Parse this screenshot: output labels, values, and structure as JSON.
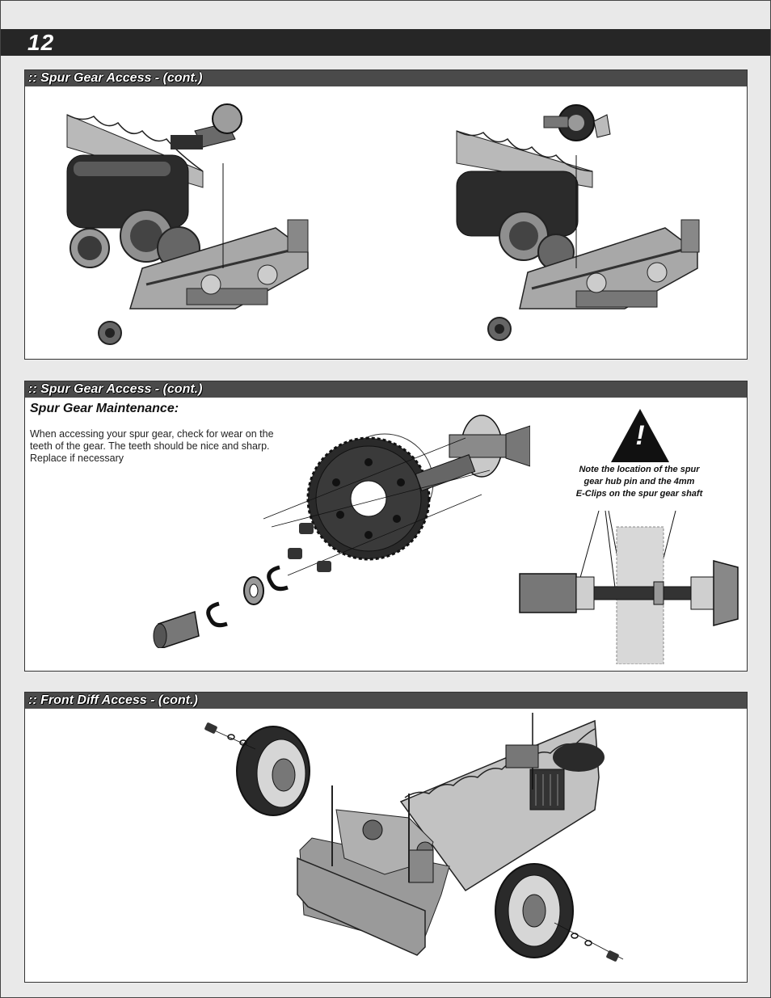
{
  "page": {
    "number": "12"
  },
  "sections": [
    {
      "title": ":: Spur Gear Access - (cont.)"
    },
    {
      "title": ":: Spur Gear Access - (cont.)",
      "subheading": "Spur Gear Maintenance:",
      "body_lines": [
        "When accessing your spur gear, check for wear on the",
        "teeth of the gear.  The teeth should be nice and sharp.",
        "Replace if necessary"
      ],
      "warning_glyph": "!",
      "note_lines": [
        "Note the location of the spur",
        "gear hub pin and the 4mm",
        "E-Clips on the spur gear shaft"
      ]
    },
    {
      "title": ":: Front Diff Access - (cont.)"
    }
  ],
  "colors": {
    "band": "#262626",
    "section_header": "#4a4a4a",
    "page_background": "#e9e9e9"
  }
}
